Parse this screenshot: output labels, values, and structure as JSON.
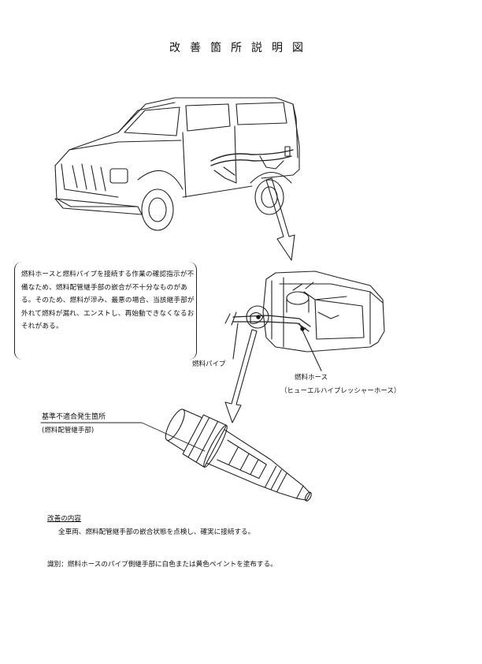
{
  "doc": {
    "title": "改善箇所説明図",
    "explanation": "燃料ホースと燃料パイプを接続する作業の確認指示が不備なため、燃料配管継手部の嵌合が不十分なものがある。そのため、燃料が滲み、最悪の場合、当該継手部が外れて燃料が漏れ、エンストし、再始動できなくなるおそれがある。",
    "labels": {
      "fuel_pipe": "燃料パイプ",
      "fuel_hose": "燃料ホース",
      "fuel_hose_sub": "（ヒューエルハイプレッシャーホース）",
      "defect_location": "基準不適合発生箇所",
      "defect_location_sub": "(燃料配管継手部)"
    },
    "improvement": {
      "heading": "改善の内容",
      "content": "全車両、燃料配管継手部の嵌合状態を点検し、確実に接続する。"
    },
    "identification": "識別：燃料ホースのパイプ側継手部に白色または黄色ペイントを塗布する。"
  }
}
